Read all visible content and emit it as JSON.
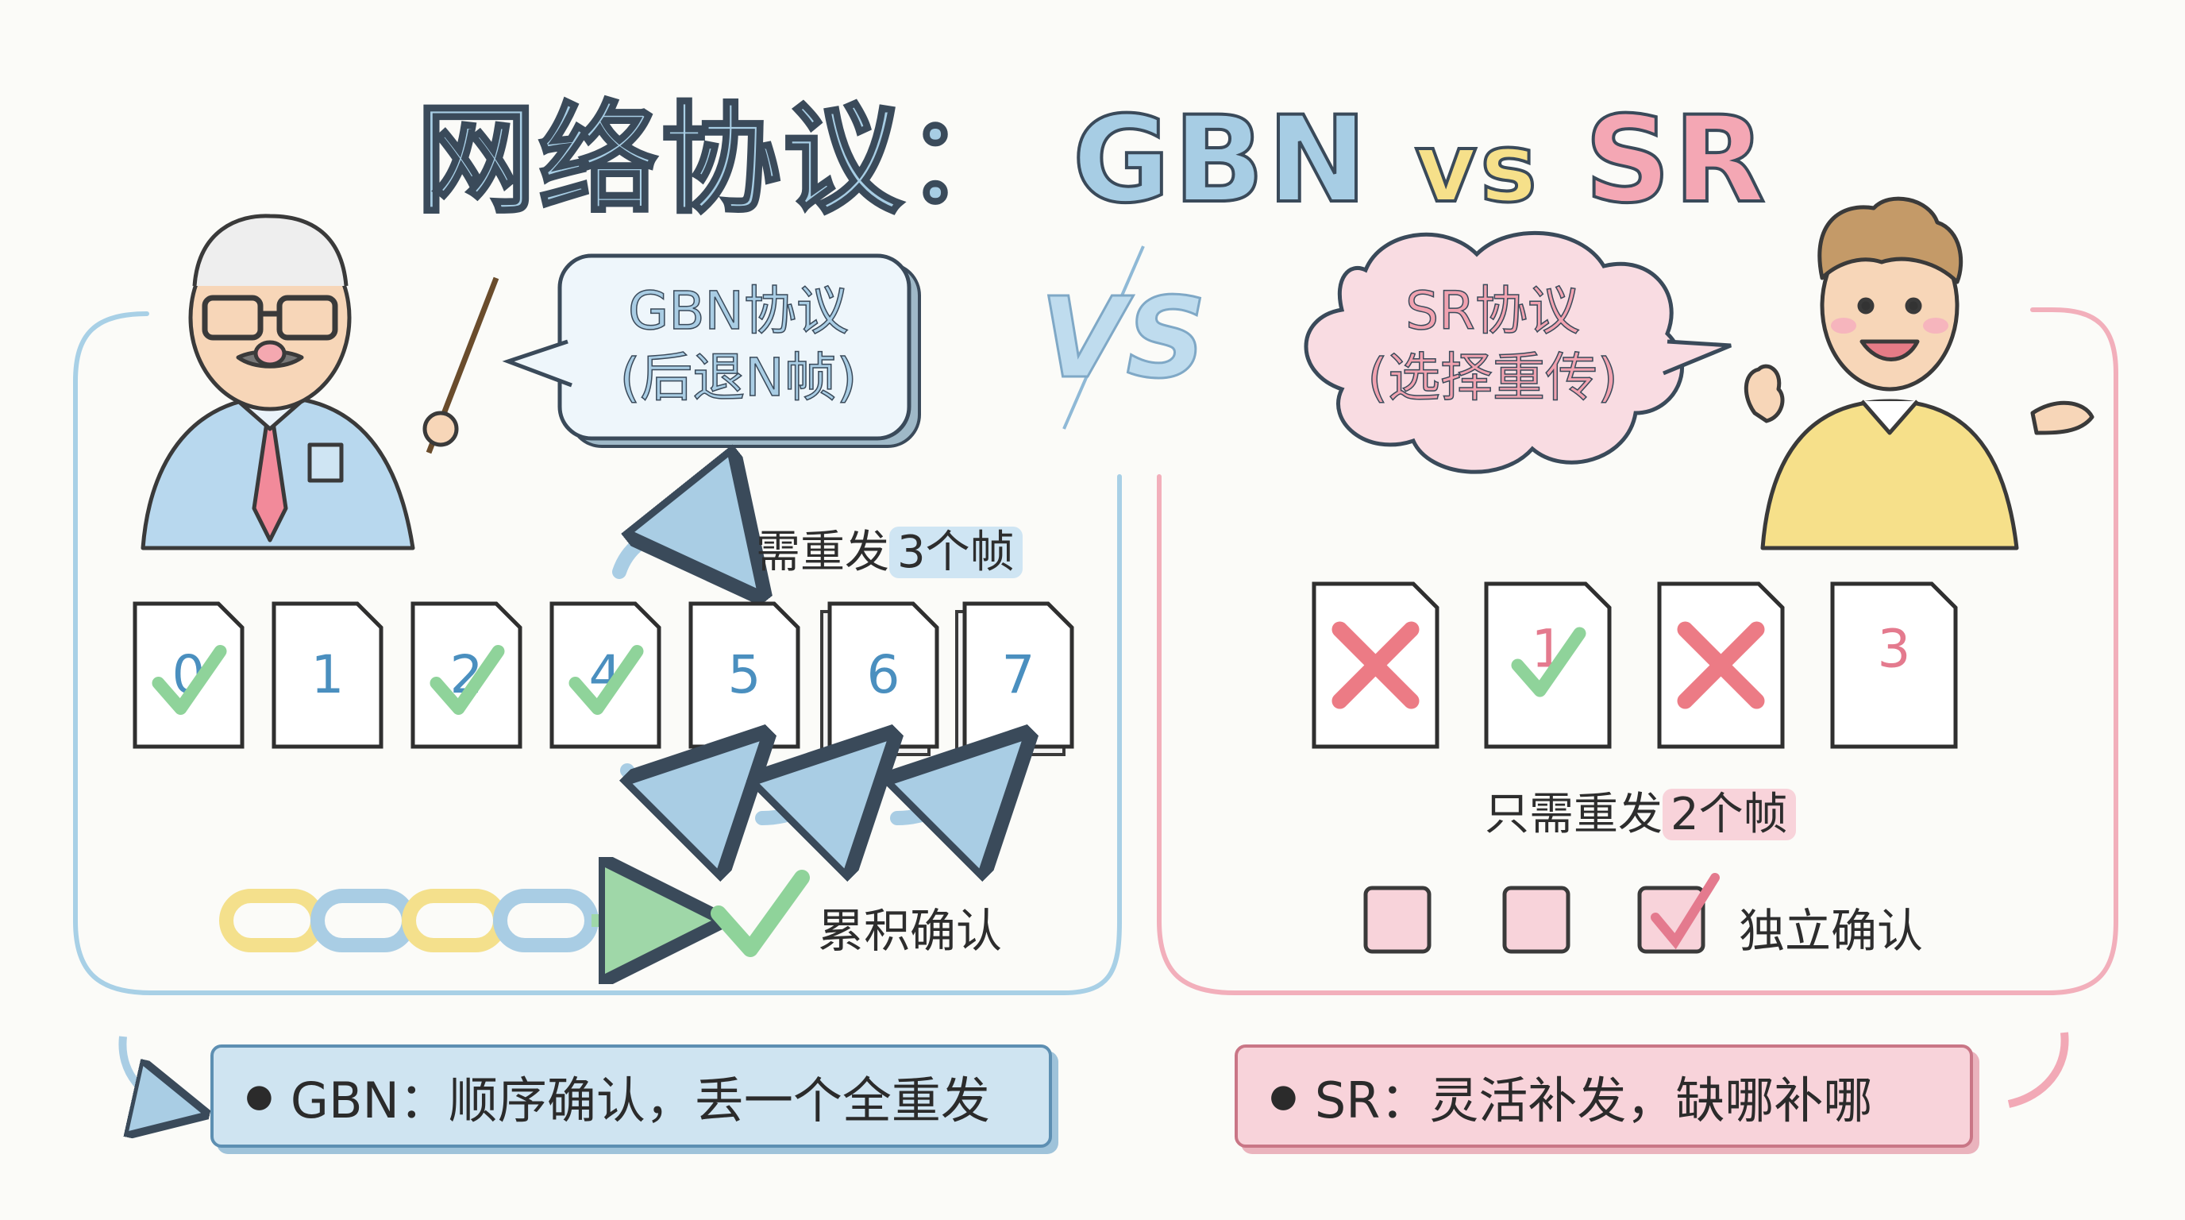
{
  "title": {
    "main": "网络协议：",
    "left": "GBN",
    "vs": "vs",
    "right": "SR"
  },
  "vs_badge": "VS",
  "gbn": {
    "bubble_line1": "GBN协议",
    "bubble_line2": "(后退N帧)",
    "resend_prefix": "需重发",
    "resend_highlight": "3个帧",
    "frames": [
      "0",
      "1",
      "2",
      "4",
      "5",
      "6",
      "7"
    ],
    "ack_label": "累积确认",
    "summary": "GBN：顺序确认，丢一个全重发"
  },
  "sr": {
    "bubble_line1": "SR协议",
    "bubble_line2": "(选择重传)",
    "resend_prefix": "只需重发",
    "resend_highlight": "2个帧",
    "frames": [
      "",
      "1",
      "",
      "3"
    ],
    "ack_label": "独立确认",
    "summary": "SR：灵活补发，缺哪补哪"
  },
  "colors": {
    "gbn_accent": "#9fcbe3",
    "sr_accent": "#f2a9b6",
    "check": "#8fd39a",
    "cross": "#ec7b85",
    "yellow": "#f6e08a"
  },
  "icons": {
    "check": "check-mark-icon",
    "cross": "cross-mark-icon",
    "arrow": "curved-arrow-icon",
    "chain": "chain-link-icon",
    "checkbox": "checkbox-icon"
  }
}
